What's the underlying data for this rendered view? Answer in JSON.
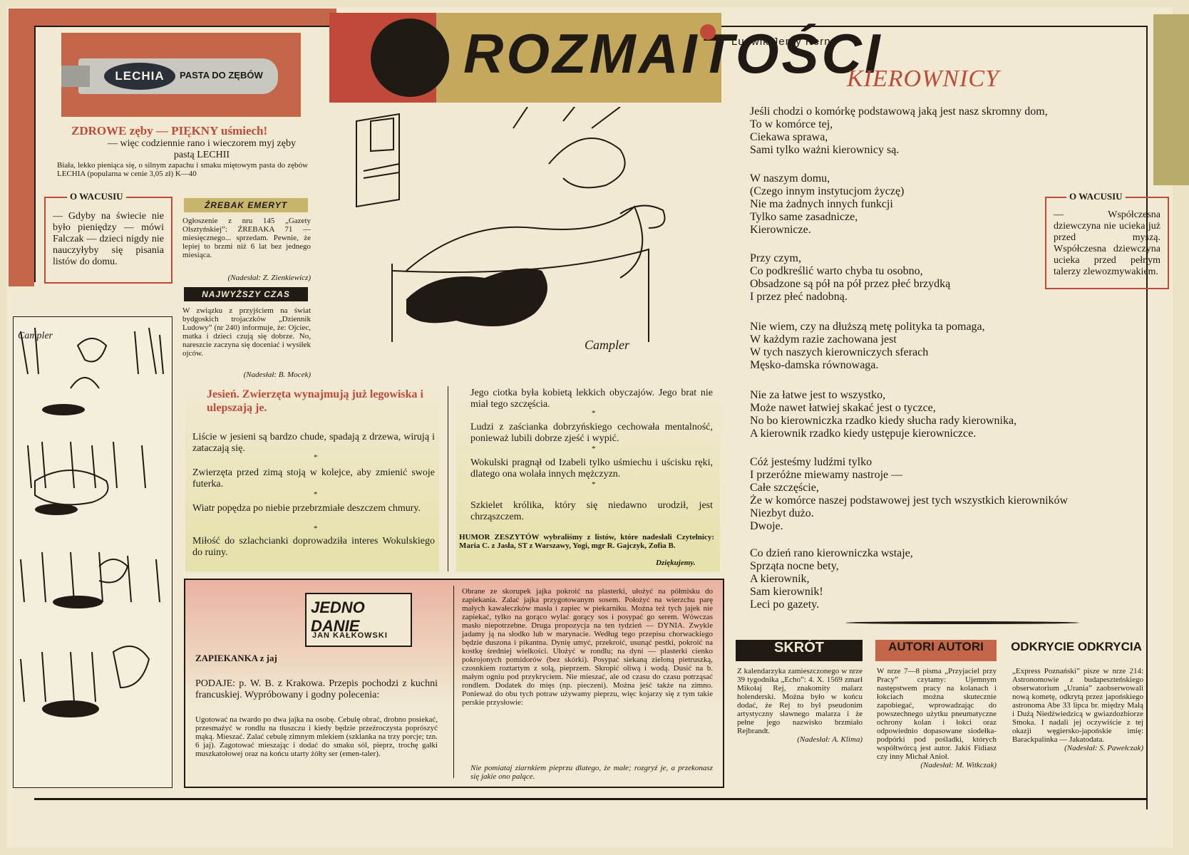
{
  "ad": {
    "brand": "LECHIA",
    "product": "PASTA DO ZĘBÓW",
    "headline": "ZDROWE zęby — PIĘKNY uśmiech!",
    "sub": "— więc codziennie rano i wieczorem myj zęby pastą LECHII",
    "fine": "Biała, lekko pieniąca się, o silnym zapachu i smaku miętowym pasta do zębów LECHIA (popularna w cenie 3,05 zł) K—40"
  },
  "wacusiu_left": {
    "head": "O WACUSIU",
    "text": "— Gdyby na świecie nie było pieniędzy — mówi Falczak — dzieci nigdy nie nauczyłyby się pisania listów do domu."
  },
  "zrebak": {
    "head": "ŹREBAK EMERYT",
    "text": "Ogłoszenie z nru 145 „Gazety Olsztyńskiej”: ŹREBAKA 71 — miesięcznego... sprzedam. Pewnie, że lepiej to brzmi niż 6 lat bez jednego miesiąca.",
    "sig": "(Nadesłał: Z. Zienkiewicz)"
  },
  "najwyzszy": {
    "head": "NAJWYŻSZY CZAS",
    "text": "W związku z przyjściem na świat bydgoskich trojaczków „Dziennik Ludowy” (nr 240) informuje, że: Ojciec, matka i dzieci czują się dobrze. No, nareszcie zaczyna się doceniać i wysiłek ojców.",
    "sig": "(Nadesłał: B. Mocek)"
  },
  "title": "ROZMAITOŚCI",
  "aphorisms": {
    "head": "Jesień. Zwierzęta wynajmują już legowiska i ulepszają je.",
    "left": [
      "Liście w jesieni są bardzo chude, spadają z drzewa, wirują i zataczają się.",
      "Zwierzęta przed zimą stoją w kolejce, aby zmienić swoje futerka.",
      "Wiatr popędza po niebie przebrzmiałe deszczem chmury.",
      "Miłość do szlachcianki doprowadziła interes Wokulskiego do ruiny."
    ],
    "right": [
      "Jego ciotka była kobietą lekkich obyczajów. Jego brat nie miał tego szczęścia.",
      "Ludzi z zaścianka dobrzyńskiego cechowała mentalność, ponieważ lubili dobrze zjeść i wypić.",
      "Wokulski pragnął od Izabeli tylko uśmiechu i uścisku ręki, dlatego ona wolała innych mężczyzn.",
      "Szkielet królika, który się niedawno urodził, jest chrząszczem."
    ],
    "humor": "HUMOR ZESZYTÓW wybraliśmy z listów, które nadesłali Czytelnicy: Maria C. z Jasła, ST z Warszawy, Yogi, mgr R. Gajczyk, Zofia B.",
    "thanks": "Dziękujemy."
  },
  "recipe": {
    "logo_a": "JEDNO DANIE",
    "logo_b": "JAN KAŁKOWSKI",
    "title": "ZAPIEKANKA z jaj",
    "lead": "PODAJE: p. W. B. z Krakowa. Przepis pochodzi z kuchni francuskiej. Wypróbowany i godny polecenia:",
    "body1": "Ugotować na twardo po dwa jajka na osobę. Cebulę obrać, drobno posiekać, przesmażyć w rondlu na tłuszczu i kiedy będzie przeźroczysta poprószyć mąką. Mieszać. Zalać cebulę zimnym mlekiem (szklanka na trzy porcje; tzn. 6 jaj). Zagotować mieszając i dodać do smaku sól, pieprz, trochę gałki muszkatołowej oraz na końcu utarty żółty ser (emen-taler).",
    "body2": "Obrane ze skorupek jajka pokroić na plasterki, ułożyć na półmisku do zapiekania. Zalać jajka przygotowanym sosem. Położyć na wierzchu parę małych kawałeczków masła i zapiec w piekarniku. Można też tych jajek nie zapiekać, tylko na gorąco wylać gorący sos i posypać go serem. Wówczas masło niepotrzebne. Druga propozycja na ten tydzień — DYNIA. Zwykle jadamy ją na słodko lub w marynacie. Według tego przepisu chorwackiego będzie duszona i pikantna. Dynię umyć, przekroić, usunąć pestki, pokroić na kostkę średniej wielkości. Ułożyć w rondlu; na dyni — plasterki cienko pokrojonych pomidorów (bez skórki). Posypać siekaną zieloną pietruszką, czosnkiem roztartym z solą, pieprzem. Skropić oliwą i wodą. Dusić na b. małym ogniu pod przykryciem. Nie mieszać, ale od czasu do czasu potrząsać rondlem. Dodatek do mięs (np. pieczeni). Można jeść także na zimno. Ponieważ do obu tych potraw używamy pieprzu, więc kojarzy się z tym takie perskie przysłowie:",
    "proverb": "Nie pomiataj ziarnkiem pieprzu dlatego, że małe; rozgryź je, a przekonasz się jakie ono palące."
  },
  "poem": {
    "author": "Ludwik Jerzy Kern",
    "title": "KIEROWNICY",
    "stanzas": [
      [
        "Jeśli chodzi o komórkę podstawową jaką jest nasz skromny dom,",
        "To w komórce tej,",
        "Ciekawa sprawa,",
        "Sami tylko ważni kierownicy są."
      ],
      [
        "W naszym domu,",
        "(Czego innym instytucjom życzę)",
        "Nie ma żadnych innych funkcji",
        "Tylko same zasadnicze,",
        "Kierownicze."
      ],
      [
        "Przy czym,",
        "Co podkreślić warto chyba tu osobno,",
        "Obsadzone są pół na pół przez płeć brzydką",
        "I przez płeć nadobną."
      ],
      [
        "Nie wiem, czy na dłuższą metę polityka ta pomaga,",
        "W każdym razie zachowana jest",
        "W tych naszych kierowniczych sferach",
        "Męsko-damska równowaga."
      ],
      [
        "Nie za łatwe jest to wszystko,",
        "Może nawet łatwiej skakać jest o tyczce,",
        "No bo kierowniczka rzadko kiedy słucha rady kierownika,",
        "A kierownik rzadko kiedy ustępuje kierowniczce."
      ],
      [
        "Cóż jesteśmy ludźmi tylko",
        "I przeróżne miewamy nastroje —",
        "Całe szczęście,",
        "Że w komórce naszej podstawowej jest tych wszystkich kierowników",
        "Niezbyt dużo.",
        "Dwoje."
      ],
      [
        "Co dzień rano kierowniczka wstaje,",
        "Sprząta nocne bety,",
        "A kierownik,",
        "Sam kierownik!",
        "Leci po gazety."
      ]
    ]
  },
  "wacusiu_right": {
    "head": "O WACUSIU",
    "text": "— Współczesna dziewczyna nie ucieka już przed myszą. Współczesna dziewczyna ucieka przed pełnym talerzy zlewozmywakiem."
  },
  "skrot": {
    "head": "SKRÓT",
    "text": "Z kalendarzyka zamieszczonego w nrze 39 tygodnika „Echo”: 4. X. 1569 zmarł Mikołaj Rej, znakomity malarz holenderski. Można było w końcu dodać, że Rej to był pseudonim artystyczny sławnego malarza i że pełne jego nazwisko brzmiało Rejbrandt.",
    "sig": "(Nadesłał: A. Klima)"
  },
  "autori": {
    "head": "AUTORI AUTORI",
    "text": "W nrze 7—8 pisma „Przyjaciel przy Pracy” czytamy: Ujemnym następstwem pracy na kolanach i łokciach można skutecznie zapobiegać, wprowadzając do powszechnego użytku pneumatyczne ochrony kolan i łokci oraz odpowiednio dopasowane siodełka-podpórki pod pośladki, których współtwórcą jest autor. Jakiś Fidiasz czy inny Michał Anioł.",
    "sig": "(Nadesłał: M. Witkczak)"
  },
  "odkrycie": {
    "head": "ODKRYCIE ODKRYCIA",
    "text": "„Express Poznański” pisze w nrze 214: Astronomowie z budapeszteńskiego obserwatorium „Urania” zaobserwowali nową kometę, odkrytą przez japońskiego astronoma Abe 33 lipca br. między Małą i Dużą Niedźwiedzicą w gwiazdozbiorze Smoka. I nadali jej oczywiście z tej okazji węgiersko-japońskie imię: Barackpalinka — Jakatodata.",
    "sig": "(Nadesłał: S. Pawełczak)"
  },
  "colors": {
    "accent": "#c04a3a",
    "orange": "#c4664a",
    "olive": "#c4a85e",
    "paper": "#f1e9d2"
  }
}
